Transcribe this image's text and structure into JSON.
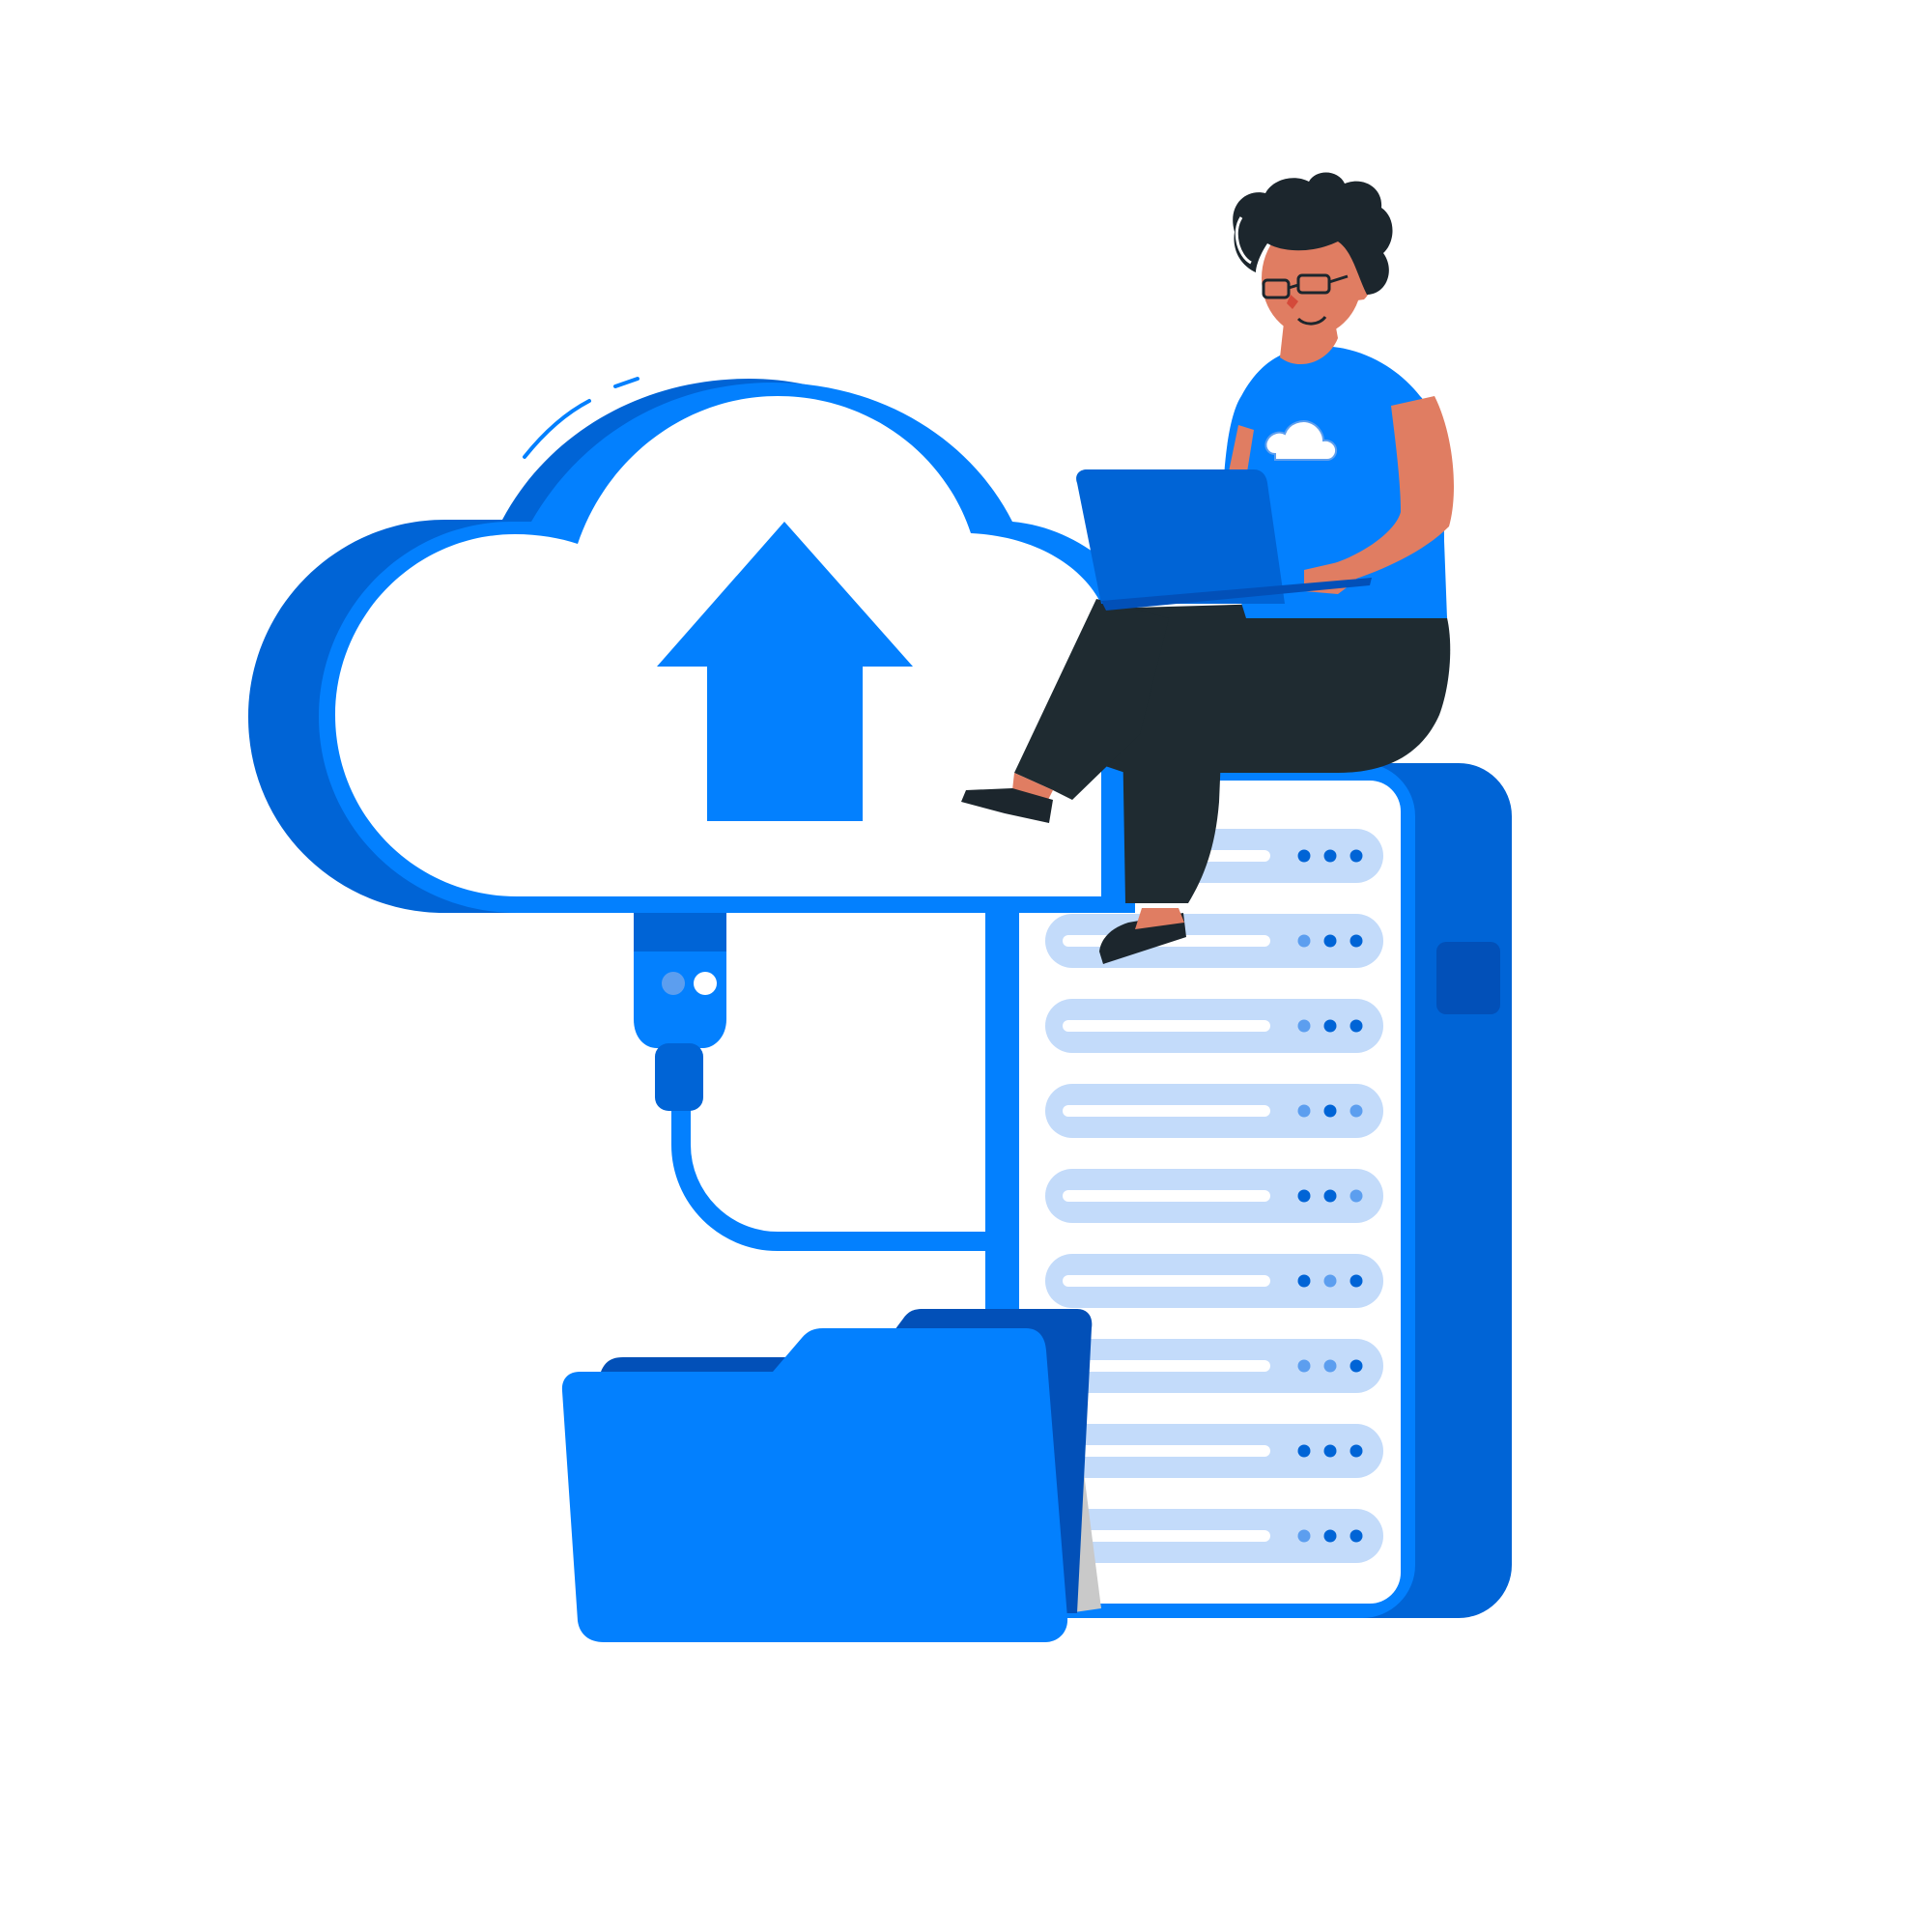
{
  "illustration": {
    "subject": "cloud-upload-to-server",
    "colors": {
      "background": "#ffffff",
      "primary": "#0380fe",
      "primary_dark": "#0064d6",
      "primary_darker": "#0250b8",
      "light_blue": "#c3dbfa",
      "mid_blue": "#5c9eef",
      "white": "#ffffff",
      "skin": "#e07d62",
      "hair": "#1c262d",
      "pants": "#1f2b31",
      "gray_shadow": "#c9c9c9"
    },
    "server": {
      "rack_rows": [
        {
          "leds": [
            "on",
            "on",
            "on"
          ]
        },
        {
          "leds": [
            "dim",
            "on",
            "on"
          ]
        },
        {
          "leds": [
            "dim",
            "on",
            "on"
          ]
        },
        {
          "leds": [
            "dim",
            "on",
            "dim"
          ]
        },
        {
          "leds": [
            "on",
            "on",
            "dim"
          ]
        },
        {
          "leds": [
            "on",
            "dim",
            "on"
          ]
        },
        {
          "leds": [
            "dim",
            "dim",
            "on"
          ]
        },
        {
          "leds": [
            "on",
            "on",
            "on"
          ]
        },
        {
          "leds": [
            "dim",
            "on",
            "on"
          ]
        }
      ]
    },
    "icons": [
      "cloud-icon",
      "upload-arrow-icon",
      "usb-connector-icon",
      "server-rack-icon",
      "folder-icon",
      "laptop-icon",
      "person-figure",
      "shirt-cloud-logo-icon"
    ]
  }
}
